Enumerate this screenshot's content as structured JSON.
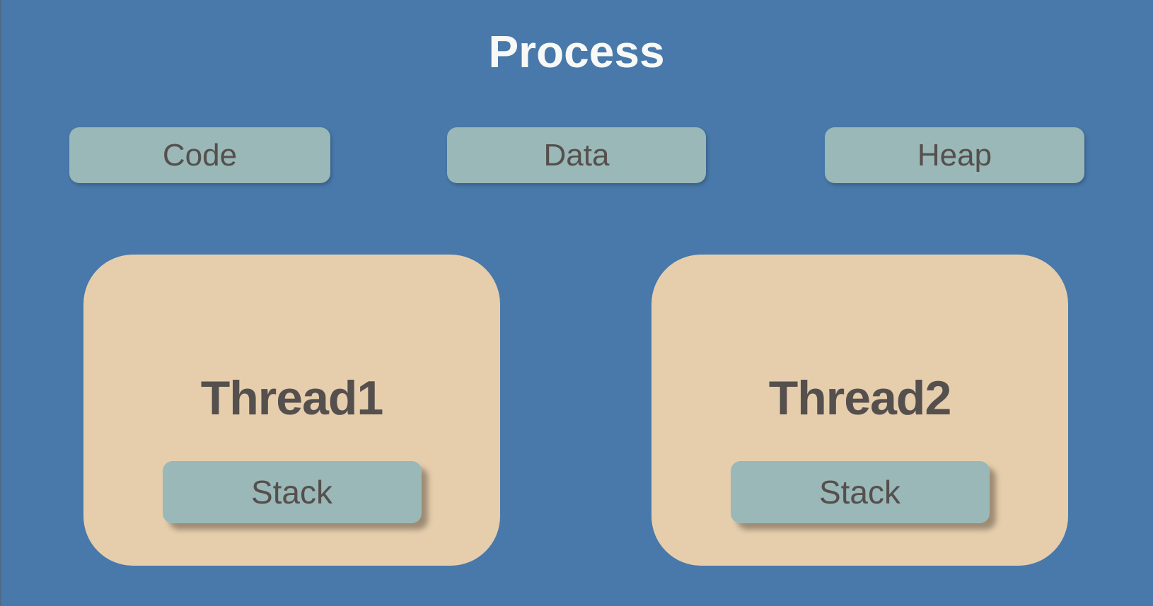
{
  "diagram": {
    "title": "Process",
    "memory_boxes": [
      {
        "label": "Code"
      },
      {
        "label": "Data"
      },
      {
        "label": "Heap"
      }
    ],
    "threads": [
      {
        "label": "Thread1",
        "stack_label": "Stack"
      },
      {
        "label": "Thread2",
        "stack_label": "Stack"
      }
    ]
  },
  "colors": {
    "bg": "#4879AA",
    "segment-fill": "#9AB8B8",
    "thread-fill": "#E6CEAD",
    "label-text": "#55504D",
    "title-text": "#F8F8F6"
  }
}
